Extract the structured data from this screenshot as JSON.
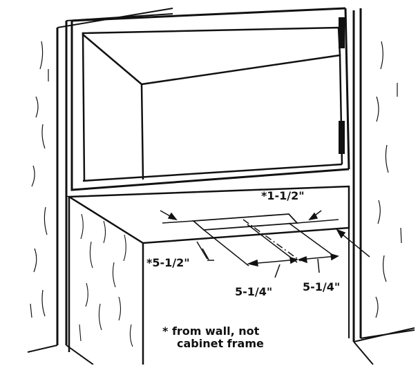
{
  "diagram": {
    "dimensions": {
      "top_offset": "*1-1/2\"",
      "side_offset": "*5-1/2\"",
      "width_left": "5-1/4\"",
      "width_right": "5-1/4\""
    },
    "footnote": {
      "line1": "* from wall, not",
      "line2": "cabinet frame"
    },
    "colors": {
      "ink": "#111111",
      "background": "#ffffff"
    }
  }
}
